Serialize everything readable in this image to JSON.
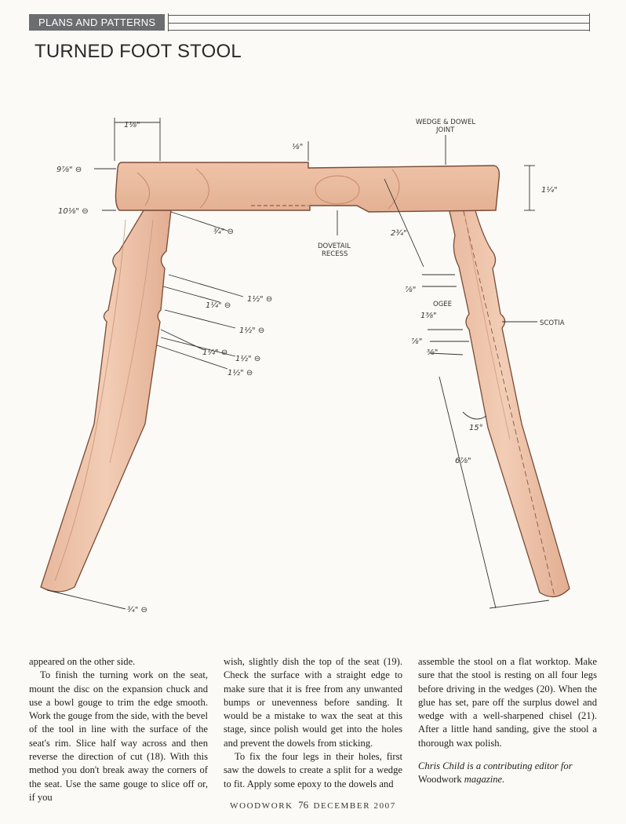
{
  "header": {
    "section": "PLANS AND PATTERNS",
    "title": "TURNED FOOT STOOL"
  },
  "drawing": {
    "labels": {
      "seat_top_dia": "9⅞\" ⊖",
      "seat_bottom_dia": "10⅛\" ⊖",
      "inset": "1⅛\"",
      "step": "⅛\"",
      "thickness": "1¼\"",
      "wedge_joint_1": "WEDGE & DOWEL",
      "wedge_joint_2": "JOINT",
      "dovetail_1": "DOVETAIL",
      "dovetail_2": "RECESS",
      "leg_top_dia": "¾\" ⊖",
      "dia_a": "1½\" ⊖",
      "dia_b": "1¼\" ⊖",
      "dia_c": "1½\" ⊖",
      "dia_d": "1¼\" ⊖",
      "dia_e": "1½\" ⊖",
      "dia_f": "1½\" ⊖",
      "foot_dia": "¾\" ⊖",
      "len_a": "2¾\"",
      "len_b": "⅞\"",
      "len_c": "1⅜\"",
      "ogee": "OGEE",
      "len_d": "⅞\"",
      "len_e": "⅜\"",
      "scotia": "SCOTIA",
      "angle": "15°",
      "len_f": "6⅞\""
    }
  },
  "columns": [
    {
      "paragraphs": [
        "appeared on the other side.",
        "To finish the turning work on the seat, mount the disc on the expansion chuck and use a bowl gouge to trim the edge smooth. Work the gouge from the side, with the bevel of the tool in line with the surface of the seat's rim. Slice half way across and then reverse the direction of cut (18). With this method you don't break away the corners of the seat. Use the same gouge to slice off or, if you"
      ]
    },
    {
      "paragraphs": [
        "wish, slightly dish the top of the seat (19). Check the surface with a straight edge to make sure that it is free from any unwanted bumps or unevenness before sanding. It would be a mistake to wax the seat at this stage, since polish would get into the holes and prevent the dowels from sticking.",
        "To fix the four legs in their holes, first saw the dowels to create a split for a wedge to fit. Apply some epoxy to the dowels and"
      ]
    },
    {
      "paragraphs": [
        "assemble the stool on a flat worktop. Make sure that the stool is resting on all four legs before driving in the wedges (20). When the glue has set, pare off the surplus dowel and wedge with a well-sharpened chisel (21). After a little hand sanding, give the stool a thorough wax polish."
      ],
      "credit_italic": "Chris Child is a contributing editor for",
      "credit_mag": "Woodwork",
      "credit_end": " magazine."
    }
  ],
  "footer": {
    "magazine": "WOODWORK",
    "page": "76",
    "issue": "DECEMBER 2007"
  }
}
